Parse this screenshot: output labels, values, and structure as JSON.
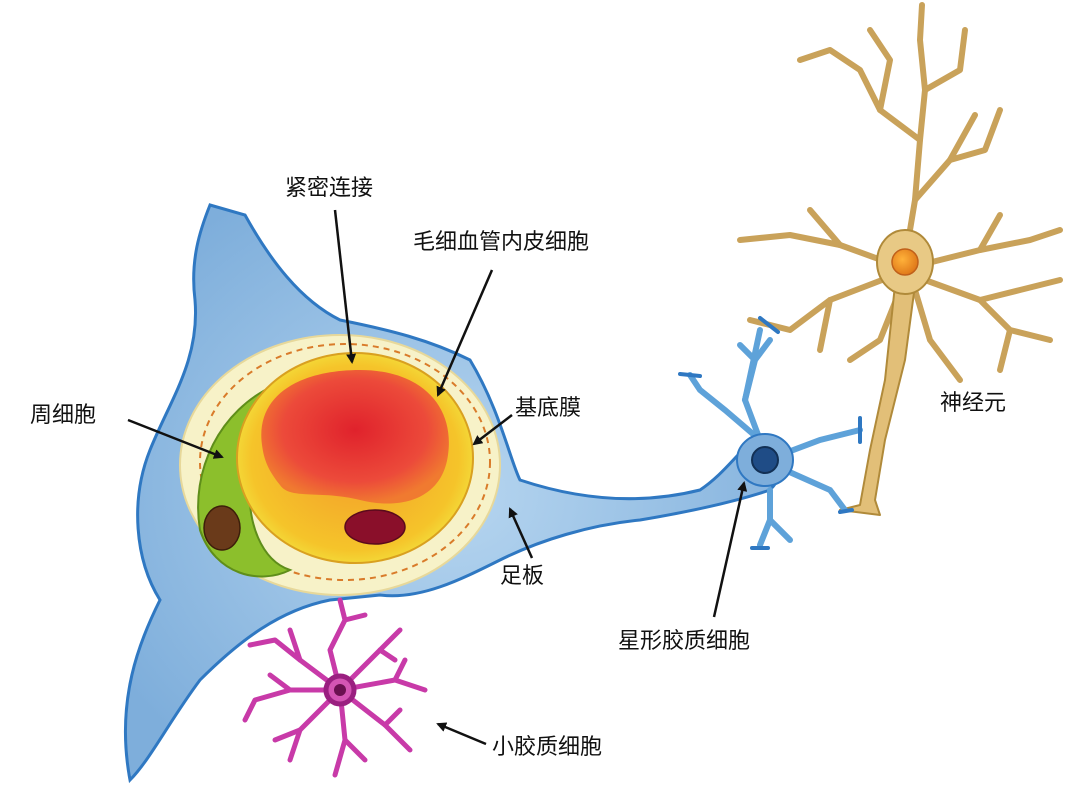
{
  "labels": {
    "tight_junction": "紧密连接",
    "endothelial_cell": "毛细血管内皮细胞",
    "pericyte": "周细胞",
    "basement_membrane": "基底膜",
    "end_foot": "足板",
    "astrocyte": "星形胶质细胞",
    "neuron": "神经元",
    "microglia": "小胶质细胞"
  },
  "colors": {
    "astrocyte_blue": "#8bb8df",
    "astrocyte_edge": "#2f78c2",
    "lumen_red": "#e8343a",
    "endothelium_orange": "#f28a2a",
    "endothelium_yellow": "#f4d12a",
    "pericyte_green": "#8cbf2c",
    "basement_cream": "#f7f2c8",
    "neuron_tan": "#d8b46a",
    "microglia_magenta": "#c83aa8"
  }
}
